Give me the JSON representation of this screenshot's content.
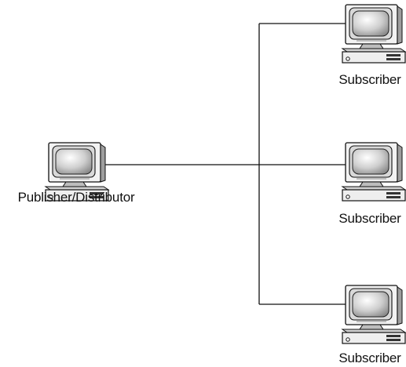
{
  "nodes": [
    {
      "id": "publisher",
      "label": "Publisher/Distributor",
      "icon": "desktop-computer-icon"
    },
    {
      "id": "sub1",
      "label": "Subscriber",
      "icon": "desktop-computer-icon"
    },
    {
      "id": "sub2",
      "label": "Subscriber",
      "icon": "desktop-computer-icon"
    },
    {
      "id": "sub3",
      "label": "Subscriber",
      "icon": "desktop-computer-icon"
    }
  ]
}
